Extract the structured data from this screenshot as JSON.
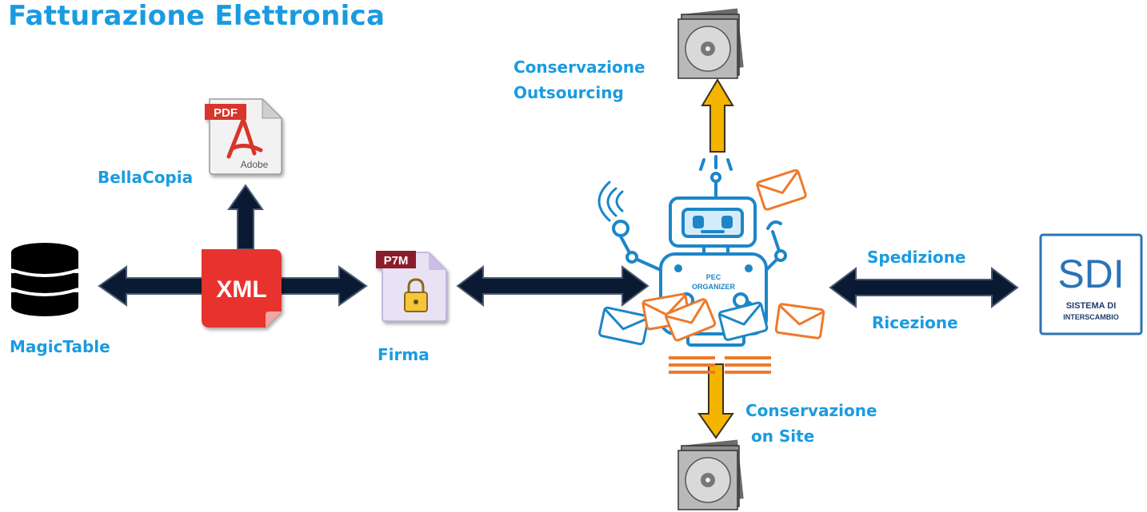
{
  "title": "Fatturazione Elettronica",
  "labels": {
    "bellacopia": "BellaCopia",
    "magictable": "MagicTable",
    "firma": "Firma",
    "conservazione_outsourcing_1": "Conservazione",
    "conservazione_outsourcing_2": "Outsourcing",
    "conservazione_onsite_1": "Conservazione",
    "conservazione_onsite_2": " on Site",
    "spedizione": "Spedizione",
    "ricezione": "Ricezione"
  },
  "icons": {
    "xml": "XML",
    "pdf": "PDF",
    "adobe": "Adobe",
    "p7m": "P7M",
    "pec_line1": "PEC",
    "pec_line2": "ORGANIZER",
    "sdi": "SDI",
    "sdi_sub1": "SISTEMA DI",
    "sdi_sub2": "INTERSCAMBIO"
  },
  "colors": {
    "accent": "#1a9be0",
    "xml_red": "#e8332f",
    "arrow_dark": "#0b1a33",
    "arrow_yellow": "#f5b400",
    "robot_blue": "#1c86c8",
    "envelope_orange": "#ee7a2c",
    "sdi_blue": "#2a73b8"
  }
}
